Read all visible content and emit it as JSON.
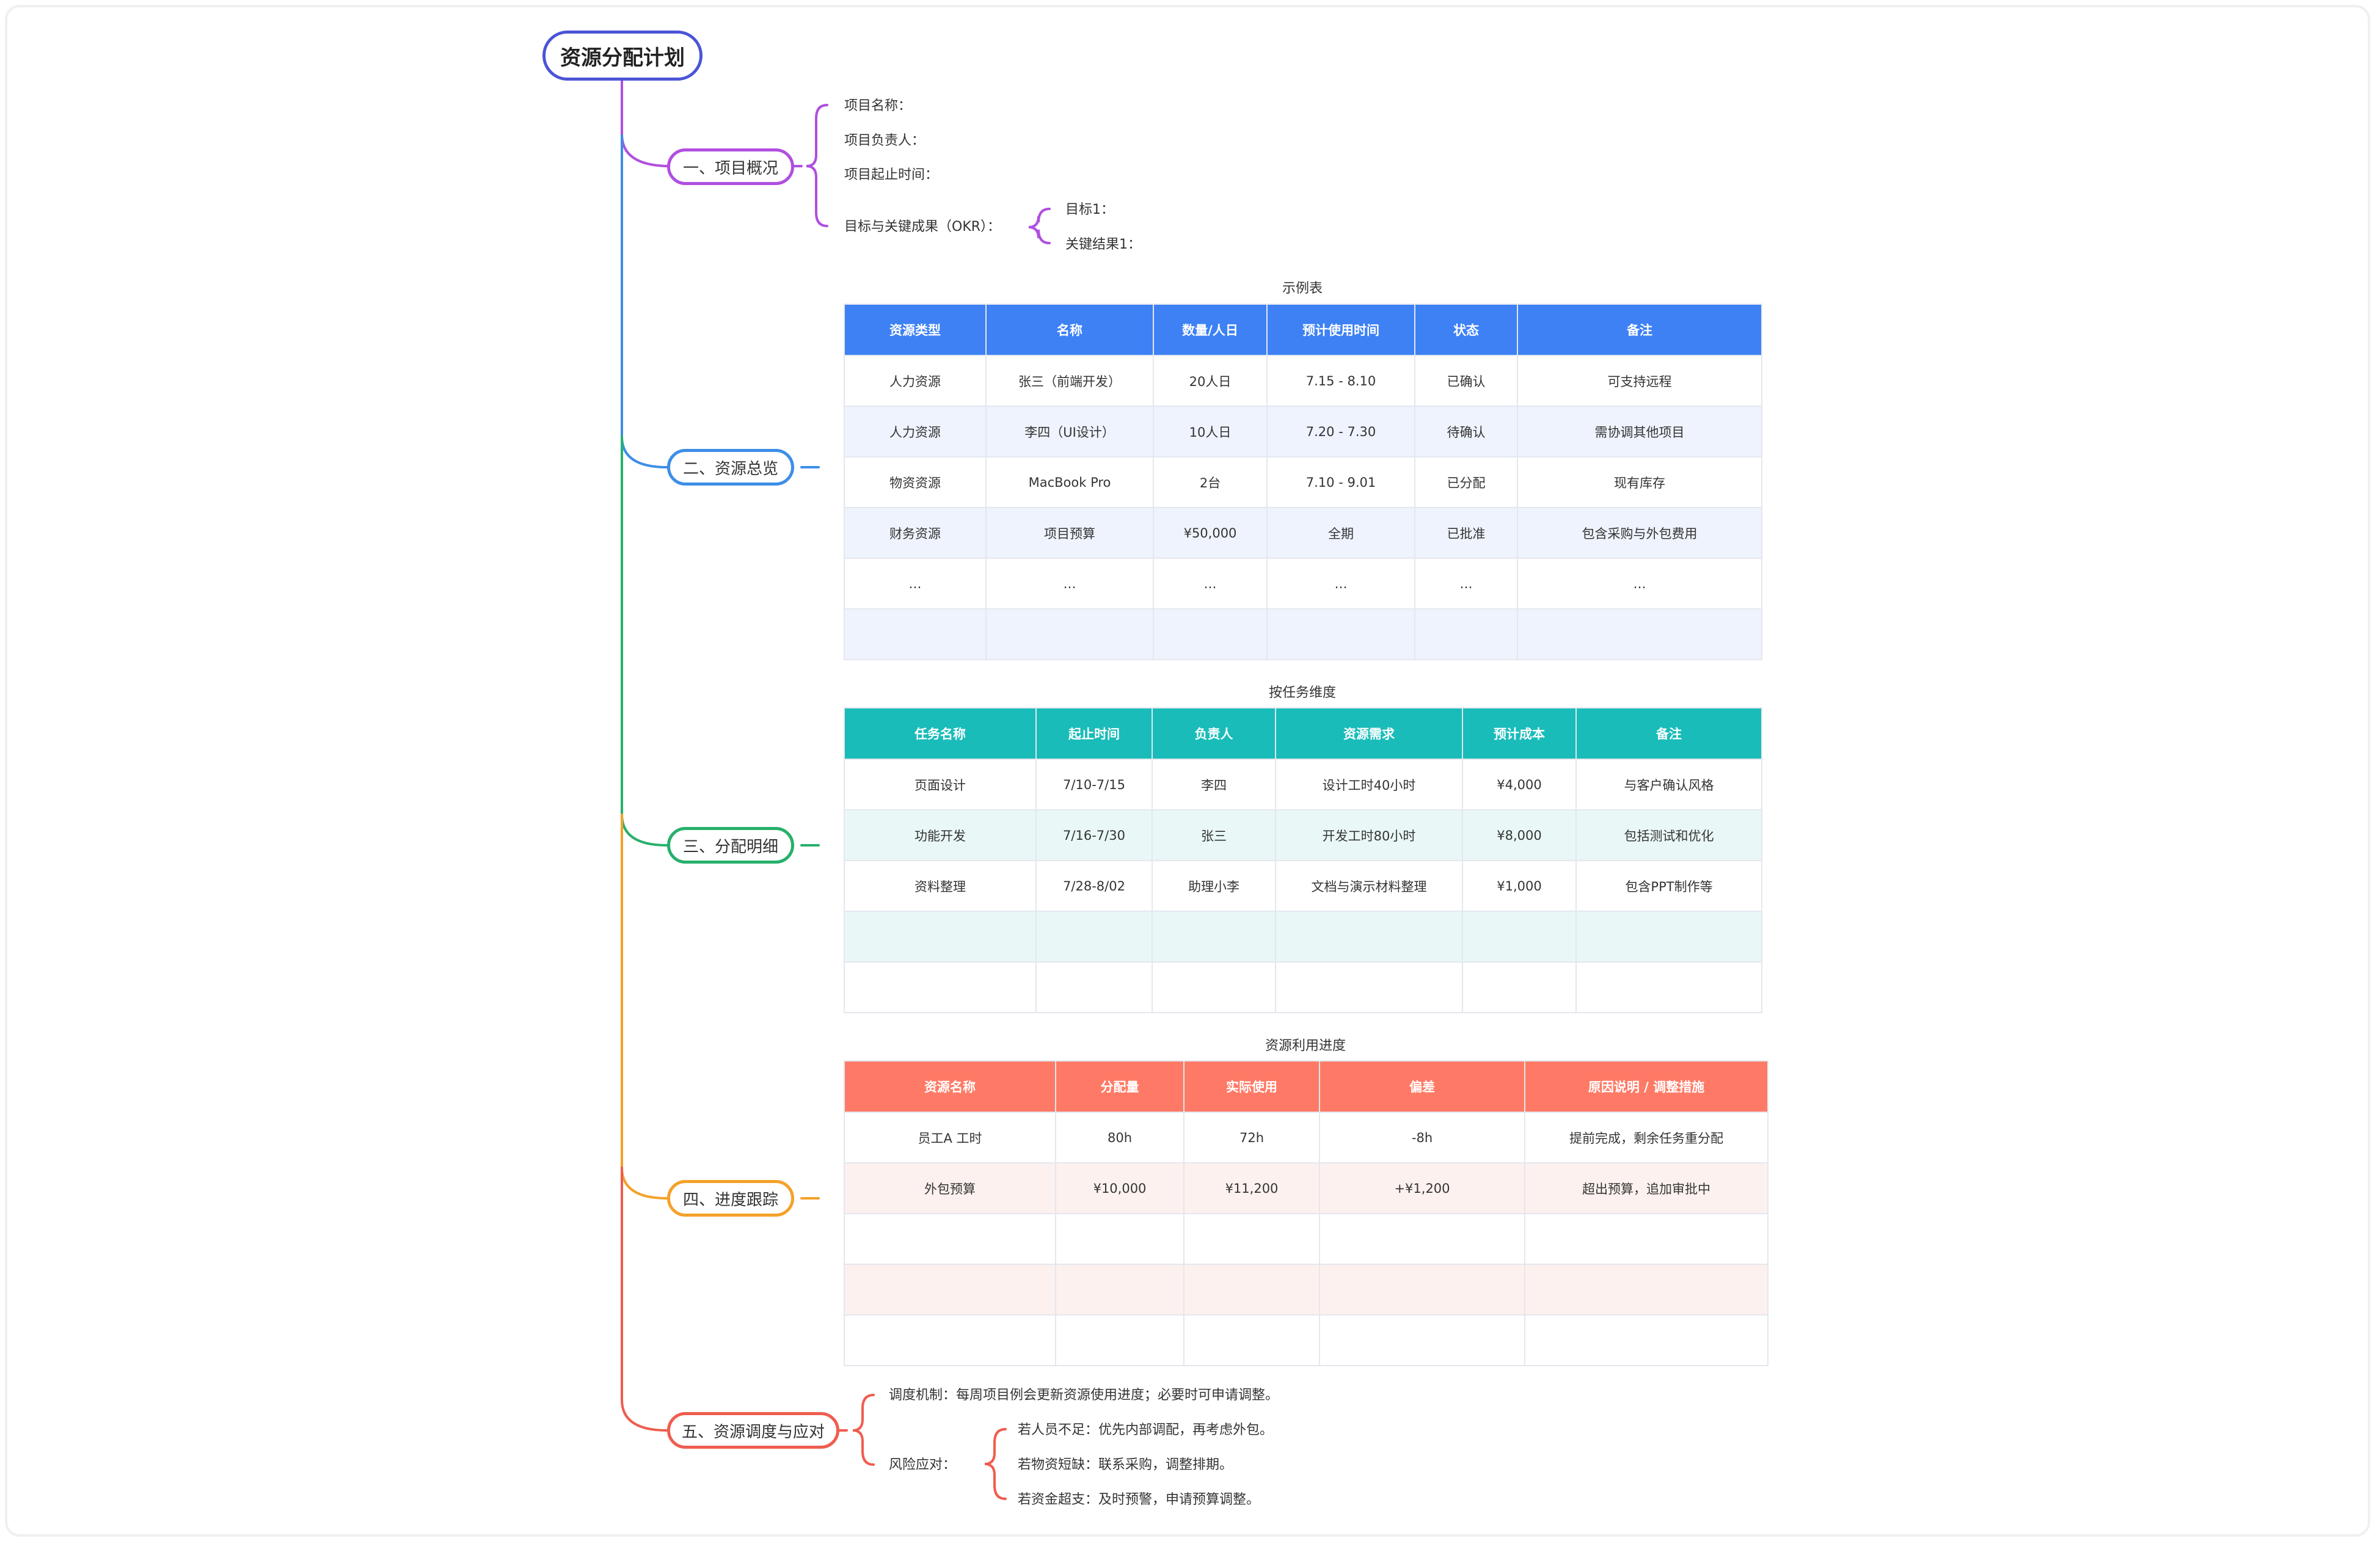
{
  "root": {
    "title": "资源分配计划"
  },
  "colors": {
    "root": "#4b55d6",
    "overview": "#b04fe0",
    "resources": "#3d8ee8",
    "allocation": "#27b06a",
    "progress": "#f4a12a",
    "response": "#ef5d4f"
  },
  "branches": {
    "overview": {
      "label": "一、项目概况",
      "items": [
        "项目名称：",
        "项目负责人：",
        "项目起止时间：",
        "目标与关键成果（OKR）："
      ],
      "okr_items": [
        "目标1：",
        "关键结果1："
      ]
    },
    "resources": {
      "label": "二、资源总览",
      "table": {
        "caption": "示例表",
        "header_color": "#3d81f5",
        "stripe_color": "#eef3fd",
        "headers": [
          "资源类型",
          "名称",
          "数量/人日",
          "预计使用时间",
          "状态",
          "备注"
        ],
        "rows": [
          [
            "人力资源",
            "张三（前端开发）",
            "20人日",
            "7.15 - 8.10",
            "已确认",
            "可支持远程"
          ],
          [
            "人力资源",
            "李四（UI设计）",
            "10人日",
            "7.20 - 7.30",
            "待确认",
            "需协调其他项目"
          ],
          [
            "物资资源",
            "MacBook Pro",
            "2台",
            "7.10 - 9.01",
            "已分配",
            "现有库存"
          ],
          [
            "财务资源",
            "项目预算",
            "¥50,000",
            "全期",
            "已批准",
            "包含采购与外包费用"
          ],
          [
            "…",
            "…",
            "…",
            "…",
            "…",
            "…"
          ],
          [
            "",
            "",
            "",
            "",
            "",
            ""
          ]
        ]
      }
    },
    "allocation": {
      "label": "三、分配明细",
      "table": {
        "caption": "按任务维度",
        "header_color": "#19bcb9",
        "stripe_color": "#e9f8f7",
        "headers": [
          "任务名称",
          "起止时间",
          "负责人",
          "资源需求",
          "预计成本",
          "备注"
        ],
        "rows": [
          [
            "页面设计",
            "7/10-7/15",
            "李四",
            "设计工时40小时",
            "¥4,000",
            "与客户确认风格"
          ],
          [
            "功能开发",
            "7/16-7/30",
            "张三",
            "开发工时80小时",
            "¥8,000",
            "包括测试和优化"
          ],
          [
            "资料整理",
            "7/28-8/02",
            "助理小李",
            "文档与演示材料整理",
            "¥1,000",
            "包含PPT制作等"
          ],
          [
            "",
            "",
            "",
            "",
            "",
            ""
          ],
          [
            "",
            "",
            "",
            "",
            "",
            ""
          ]
        ]
      }
    },
    "progress": {
      "label": "四、进度跟踪",
      "table": {
        "caption": "资源利用进度",
        "header_color": "#ff7a66",
        "stripe_color": "#fdf1ef",
        "headers": [
          "资源名称",
          "分配量",
          "实际使用",
          "偏差",
          "原因说明 / 调整措施"
        ],
        "rows": [
          [
            "员工A 工时",
            "80h",
            "72h",
            "-8h",
            "提前完成，剩余任务重分配"
          ],
          [
            "外包预算",
            "¥10,000",
            "¥11,200",
            "+¥1,200",
            "超出预算，追加审批中"
          ],
          [
            "",
            "",
            "",
            "",
            ""
          ],
          [
            "",
            "",
            "",
            "",
            ""
          ],
          [
            "",
            "",
            "",
            "",
            ""
          ]
        ]
      }
    },
    "response": {
      "label": "五、资源调度与应对",
      "mechanism": "调度机制：每周项目例会更新资源使用进度；必要时可申请调整。",
      "risk_label": "风险应对：",
      "risk_items": [
        "若人员不足：优先内部调配，再考虑外包。",
        "若物资短缺：联系采购，调整排期。",
        "若资金超支：及时预警，申请预算调整。"
      ]
    }
  }
}
